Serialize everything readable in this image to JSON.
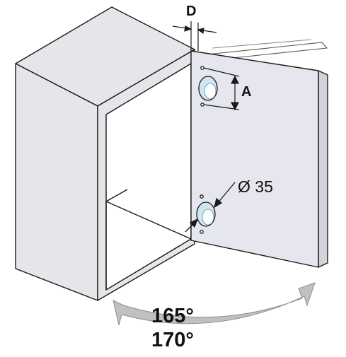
{
  "labels": {
    "overlay_thickness": "D",
    "hole_spacing": "A",
    "hole_diameter": "Ø 35",
    "angle_1": "165°",
    "angle_2": "170°"
  },
  "colors": {
    "cabinet_fill": "#e5e6ea",
    "cabinet_inner": "#ffffff",
    "door_fill": "#e6e7ee",
    "door_edge": "#d2d3da",
    "outline": "#1a1a1a",
    "hole_fill": "#cfe6f3",
    "arrow_fill": "#c0c0c0"
  }
}
